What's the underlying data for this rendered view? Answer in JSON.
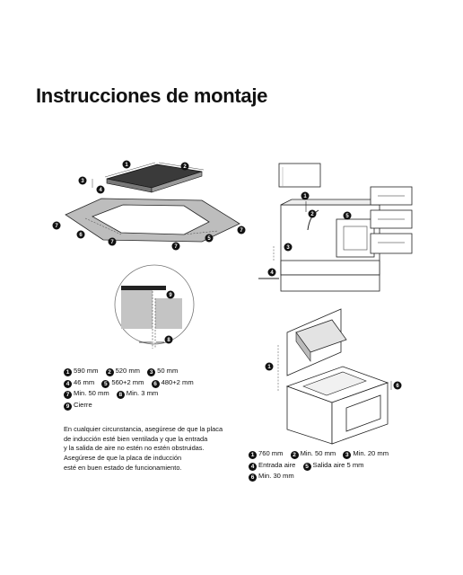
{
  "title": "Instrucciones de montaje",
  "legend_left": [
    [
      {
        "n": "1",
        "t": "590 mm"
      },
      {
        "n": "2",
        "t": "520 mm"
      },
      {
        "n": "3",
        "t": "50 mm"
      }
    ],
    [
      {
        "n": "4",
        "t": "46 mm"
      },
      {
        "n": "5",
        "t": "560+2 mm"
      },
      {
        "n": "6",
        "t": "480+2 mm"
      }
    ],
    [
      {
        "n": "7",
        "t": "Min. 50 mm"
      },
      {
        "n": "8",
        "t": "Min. 3 mm"
      }
    ],
    [
      {
        "n": "9",
        "t": "Cierre"
      }
    ]
  ],
  "paragraph": [
    "En cualquier circunstancia, asegúrese de que la placa",
    "de inducción esté bien ventilada y que la entrada",
    "y la salida de aire no estén no estén obstruidas.",
    "Asegúrese de que la placa de inducción",
    "esté en buen estado de funcionamiento."
  ],
  "legend_right": [
    [
      {
        "n": "1",
        "t": "760 mm"
      },
      {
        "n": "2",
        "t": "Min. 50 mm"
      },
      {
        "n": "3",
        "t": "Min. 20 mm"
      }
    ],
    [
      {
        "n": "4",
        "t": "Entrada aire"
      },
      {
        "n": "5",
        "t": "Salida aire 5 mm"
      }
    ],
    [
      {
        "n": "6",
        "t": "Min. 30 mm"
      }
    ]
  ],
  "callouts": {
    "c1": "1",
    "c2": "2",
    "c3": "3",
    "c4": "4",
    "c5": "5",
    "c6": "6",
    "c7": "7",
    "c8": "8",
    "c9": "9"
  }
}
